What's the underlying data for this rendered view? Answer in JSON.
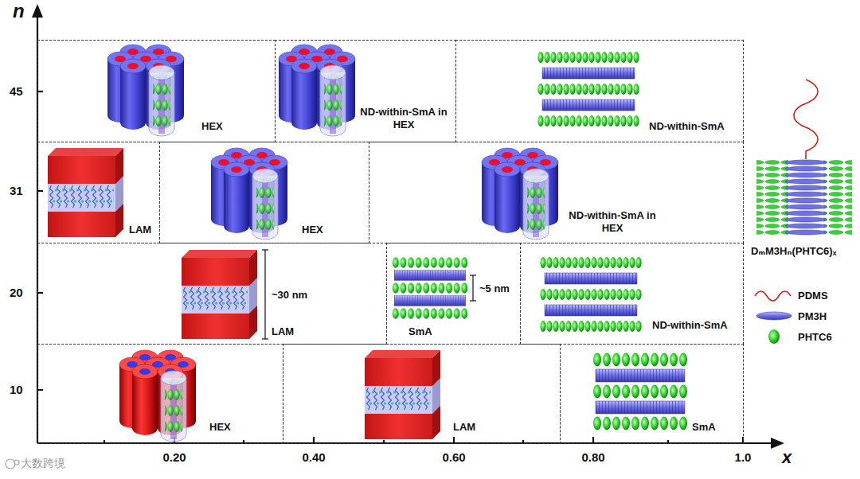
{
  "diagram": {
    "nodes": [
      {
        "text": [
          "HEX"
        ]
      },
      {
        "text": [
          "ND-within-SmA in HEX"
        ]
      },
      {
        "text": [
          "ND-within-SmA"
        ]
      },
      {
        "text": [
          "LAM"
        ]
      },
      {
        "text": [
          "HEX"
        ]
      },
      {
        "text": [
          "ND-within-SmA in HEX"
        ]
      },
      {
        "text": [
          "~30 nm",
          "LAM"
        ]
      },
      {
        "text": [
          "~5 nm",
          "SmA"
        ]
      },
      {
        "text": [
          "ND-within-SmA"
        ]
      },
      {
        "text": [
          "HEX"
        ]
      },
      {
        "text": [
          "LAM"
        ]
      },
      {
        "text": [
          "SmA"
        ]
      }
    ],
    "labels": [
      "n",
      "45",
      "31",
      "20",
      "10",
      "0.20",
      "0.40",
      "0.60",
      "0.80",
      "1.0",
      "x",
      "DₘM3Hₙ(PHTC6)ₓ",
      "大数跨境"
    ],
    "legend": [
      {
        "text": "PDMS"
      },
      {
        "text": "PM3H"
      },
      {
        "text": "PHTC6"
      }
    ]
  }
}
